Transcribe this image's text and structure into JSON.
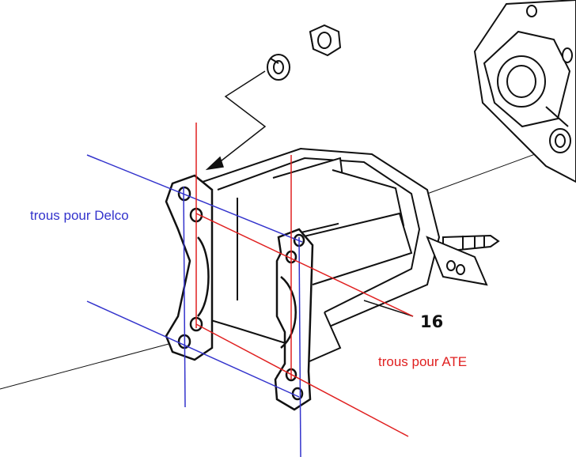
{
  "labels": {
    "delco": "trous pour Delco",
    "ate": "trous pour ATE",
    "part_number": "16"
  },
  "colors": {
    "blue": "#3333cc",
    "red": "#e02020",
    "ink": "#111111"
  }
}
